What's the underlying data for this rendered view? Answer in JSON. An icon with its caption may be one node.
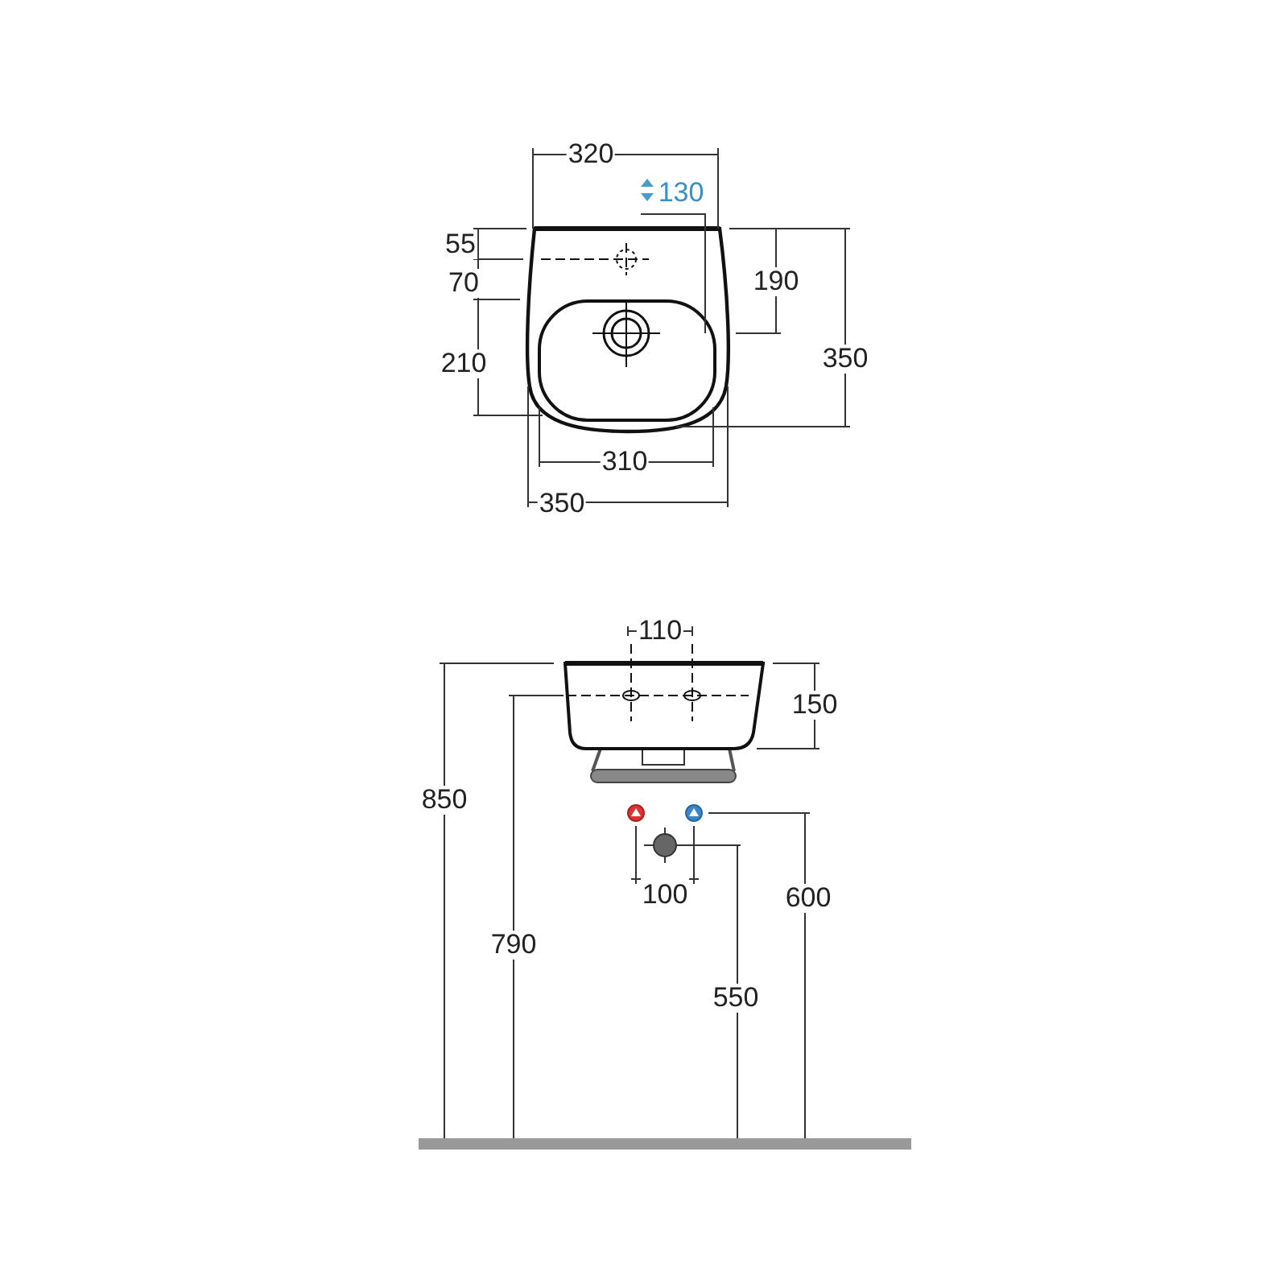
{
  "diagram": {
    "labels": [
      "320",
      "130",
      "55",
      "190",
      "70",
      "350",
      "210",
      "310",
      "350",
      "110",
      "150",
      "850",
      "100",
      "600",
      "790",
      "550"
    ]
  }
}
